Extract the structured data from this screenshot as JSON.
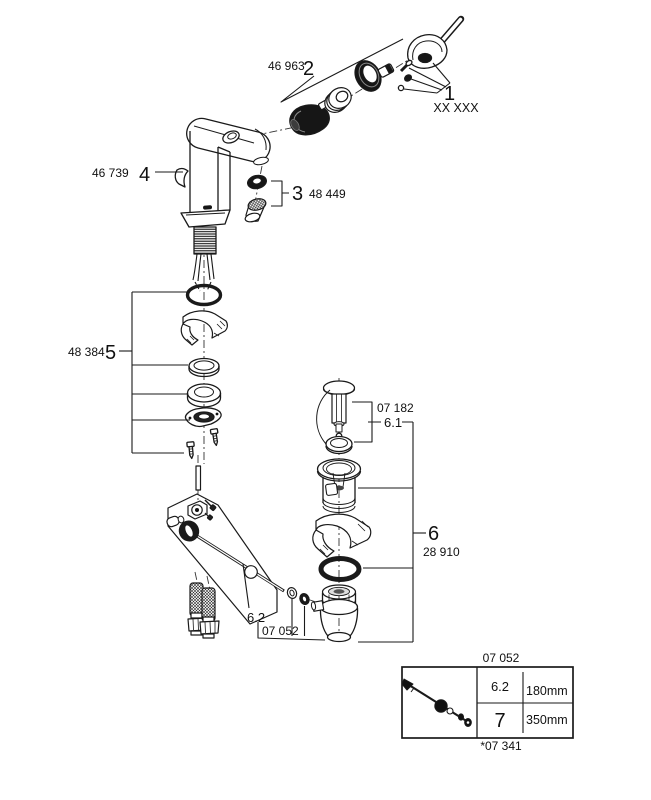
{
  "page": {
    "bg": "#ffffff",
    "ink": "#1a1a1a"
  },
  "labels": {
    "group1": {
      "ref": "1",
      "part": "XX XXX"
    },
    "group2": {
      "part": "46 963",
      "ref": "2"
    },
    "group3": {
      "ref": "3",
      "part": "48 449"
    },
    "group4": {
      "part": "46 739",
      "ref": "4"
    },
    "group5": {
      "part": "48 384",
      "ref": "5"
    },
    "group61": {
      "part": "07 182",
      "ref": "6.1"
    },
    "group6": {
      "ref": "6",
      "part": "28 910"
    },
    "group62": {
      "ref": "6.2",
      "part": "07 052"
    }
  },
  "size_table": {
    "title": "07 052",
    "rows": [
      {
        "ref": "6.2",
        "length": "180mm"
      },
      {
        "ref": "7",
        "length": "350mm"
      }
    ],
    "footnote": "*07 341"
  }
}
